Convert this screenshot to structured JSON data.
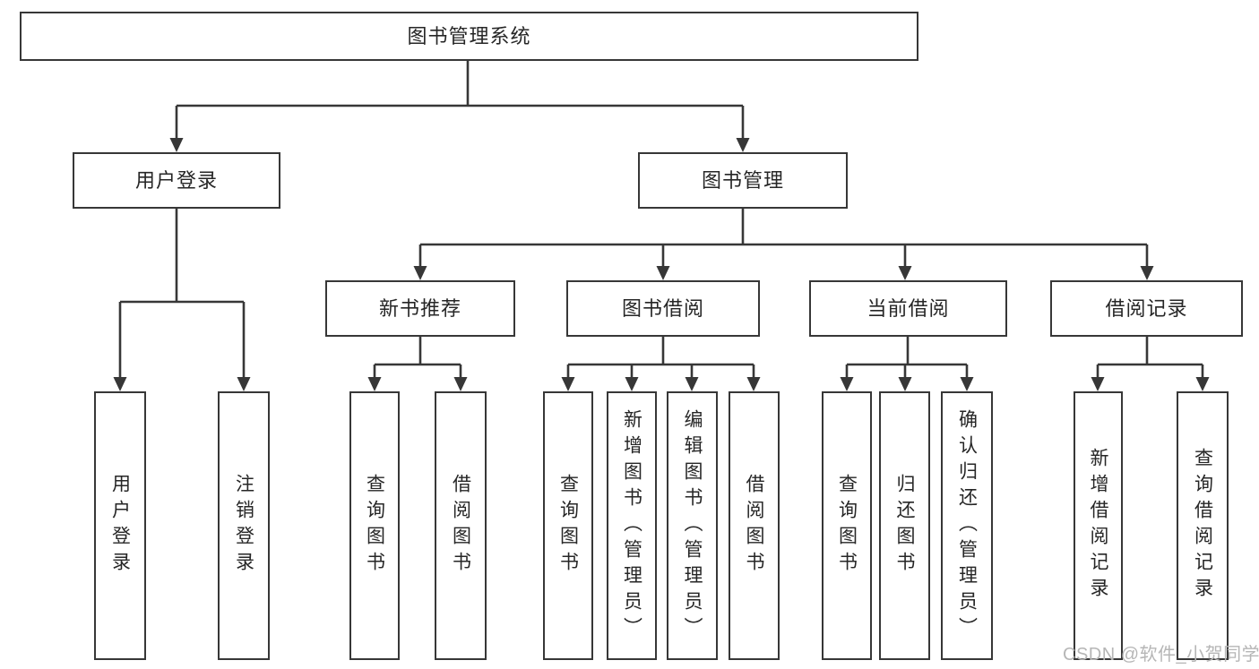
{
  "watermark": "CSDN @软件_小贺同学",
  "colors": {
    "line": "#373737",
    "box_border": "#373737",
    "text": "#262626",
    "background": "#ffffff",
    "watermark": "#b6b6b6"
  },
  "tree": {
    "label": "图书管理系统",
    "children": [
      {
        "label": "用户登录",
        "children": [
          {
            "label": "用户登录"
          },
          {
            "label": "注销登录"
          }
        ]
      },
      {
        "label": "图书管理",
        "children": [
          {
            "label": "新书推荐",
            "children": [
              {
                "label": "查询图书"
              },
              {
                "label": "借阅图书"
              }
            ]
          },
          {
            "label": "图书借阅",
            "children": [
              {
                "label": "查询图书"
              },
              {
                "label": "新增图书（管理员）"
              },
              {
                "label": "编辑图书（管理员）"
              },
              {
                "label": "借阅图书"
              }
            ]
          },
          {
            "label": "当前借阅",
            "children": [
              {
                "label": "查询图书"
              },
              {
                "label": "归还图书"
              },
              {
                "label": "确认归还（管理员）"
              }
            ]
          },
          {
            "label": "借阅记录",
            "children": [
              {
                "label": "新增借阅记录"
              },
              {
                "label": "查询借阅记录"
              }
            ]
          }
        ]
      }
    ]
  }
}
